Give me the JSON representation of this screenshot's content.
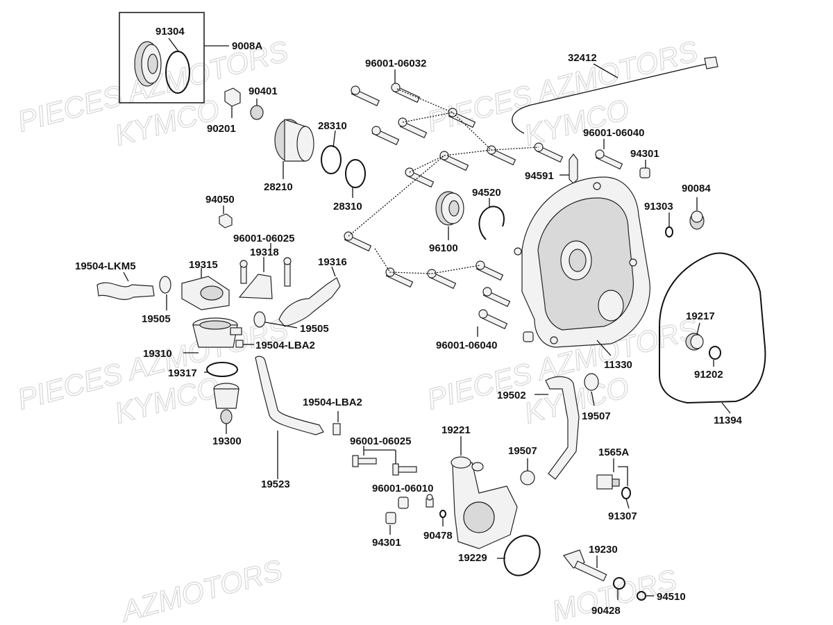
{
  "watermarks": [
    {
      "text": "PIECES AZMOTORS"
    },
    {
      "text": "KYMCO"
    },
    {
      "text": "PIECES AZMOTORS"
    },
    {
      "text": "KYMCO"
    },
    {
      "text": "PIECES AZMOTORS"
    },
    {
      "text": "KYMCO"
    },
    {
      "text": "PIECES AZMOTORS"
    },
    {
      "text": "KYMCO"
    },
    {
      "text": "AZMOTORS"
    },
    {
      "text": "MOTORS"
    }
  ],
  "labels": {
    "l91304": "91304",
    "l9008A": "9008A",
    "l96001_06032": "96001-06032",
    "l32412": "32412",
    "l90401": "90401",
    "l90201": "90201",
    "l28310a": "28310",
    "l28310b": "28310",
    "l28210": "28210",
    "l96001_06040a": "96001-06040",
    "l94301a": "94301",
    "l94591": "94591",
    "l90084": "90084",
    "l91303": "91303",
    "l94520": "94520",
    "l96100": "96100",
    "l94050": "94050",
    "l96001_06025a": "96001-06025",
    "l19318": "19318",
    "l19504_LKM5": "19504-LKM5",
    "l19315": "19315",
    "l19316": "19316",
    "l19505a": "19505",
    "l19505b": "19505",
    "l19310": "19310",
    "l19504_LBA2a": "19504-LBA2",
    "l19317": "19317",
    "l19300": "19300",
    "l19504_LBA2b": "19504-LBA2",
    "l96001_06040b": "96001-06040",
    "l19217": "19217",
    "l91202": "91202",
    "l11330": "11330",
    "l11394": "11394",
    "l19502": "19502",
    "l19507a": "19507",
    "l19221": "19221",
    "l96001_06025b": "96001-06025",
    "l19507b": "19507",
    "l1565A": "1565A",
    "l96001_06010": "96001-06010",
    "l19523": "19523",
    "l91307": "91307",
    "l94301b": "94301",
    "l90478": "90478",
    "l19229": "19229",
    "l19230": "19230",
    "l90428": "90428",
    "l94510": "94510"
  }
}
